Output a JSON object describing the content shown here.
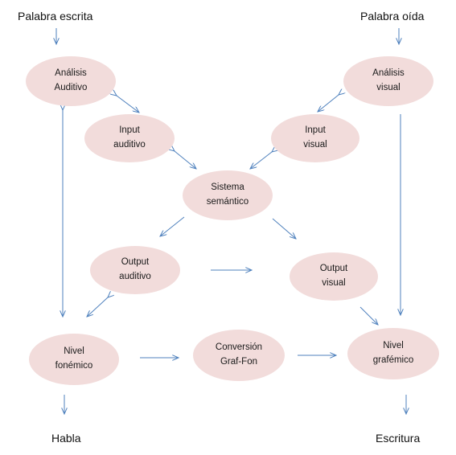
{
  "colors": {
    "node_fill": "#f2dcdb",
    "arrow": "#4f81bd"
  },
  "outer_labels": {
    "top_left": "Palabra escrita",
    "top_right": "Palabra oída",
    "bottom_left": "Habla",
    "bottom_right": "Escritura"
  },
  "nodes": {
    "analisis_auditivo": "Análisis\nAuditivo",
    "analisis_visual": "Análisis\nvisual",
    "input_auditivo": "Input\nauditivo",
    "input_visual": "Input\nvisual",
    "sistema_semantico": "Sistema\nsemántico",
    "output_auditivo": "Output\nauditivo",
    "output_visual": "Output\nvisual",
    "nivel_fonemico": "Nivel\nfonémico",
    "conversion": "Conversión\nGraf-Fon",
    "nivel_grafemico": "Nivel\ngrafémico"
  }
}
